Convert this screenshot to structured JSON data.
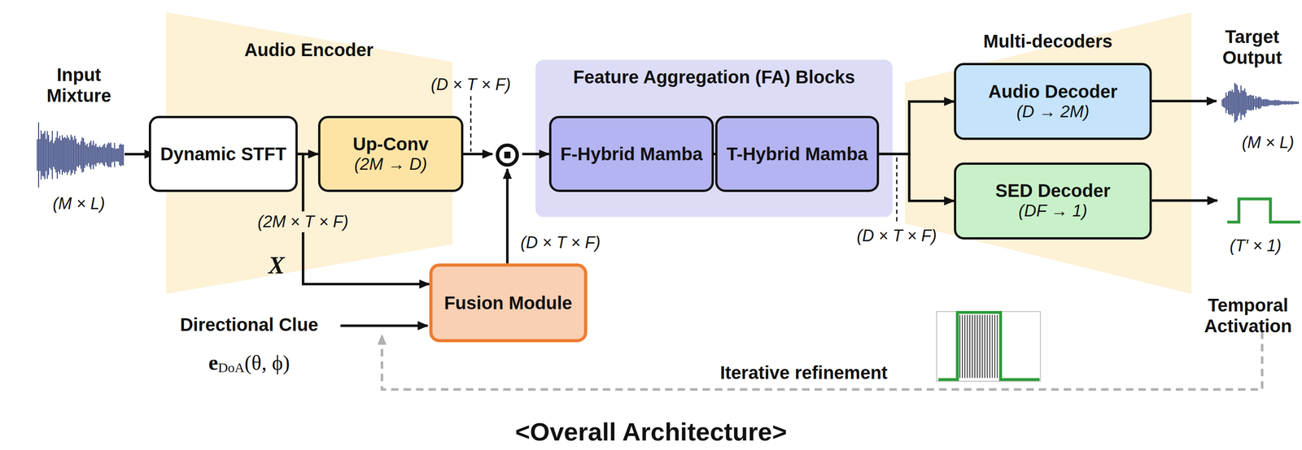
{
  "diagram": {
    "nodes": [
      {
        "text": [
          "Audio Encoder"
        ]
      },
      {
        "text": [
          "Dynamic STFT"
        ],
        "in": 0
      },
      {
        "text": [
          "Up-Conv",
          "(2M → D)"
        ],
        "in": 0
      },
      {
        "text": [
          "⊙"
        ]
      },
      {
        "text": [
          "Fusion Module"
        ]
      },
      {
        "text": [
          "Feature Aggregation (FA) Blocks"
        ]
      },
      {
        "text": [
          "F-Hybrid Mamba"
        ],
        "in": 5
      },
      {
        "text": [
          "T-Hybrid Mamba"
        ],
        "in": 5
      },
      {
        "text": [
          "Multi-decoders"
        ]
      },
      {
        "text": [
          "Audio Decoder",
          "(D → 2M)"
        ],
        "in": 8
      },
      {
        "text": [
          "SED Decoder",
          "(DF → 1)"
        ],
        "in": 8
      }
    ],
    "edges": [
      {
        "from": 1,
        "to": 2,
        "arrow": "to"
      },
      {
        "from": 2,
        "to": 3,
        "arrow": "to"
      },
      {
        "from": 1,
        "to": 4,
        "arrow": "to"
      },
      {
        "from": 4,
        "to": 3,
        "arrow": "to"
      },
      {
        "from": 3,
        "to": 6,
        "arrow": "to"
      },
      {
        "from": 6,
        "to": 7,
        "arrow": "to"
      },
      {
        "from": 7,
        "to": 9,
        "arrow": "to"
      },
      {
        "from": 7,
        "to": 10,
        "arrow": "to"
      }
    ],
    "labels": [
      "Input Mixture",
      "(M × L)",
      "(D × T × F)",
      "(2M × T × F)",
      "X",
      "(D × T × F)",
      "Directional Clue",
      "e",
      "DoA",
      "(θ, ϕ)",
      "(D × T × F)",
      "Target Output",
      "(M × L)",
      "(T′ × 1)",
      "Temporal Activation",
      "Iterative refinement"
    ],
    "caption": "<Overall Architecture>"
  }
}
